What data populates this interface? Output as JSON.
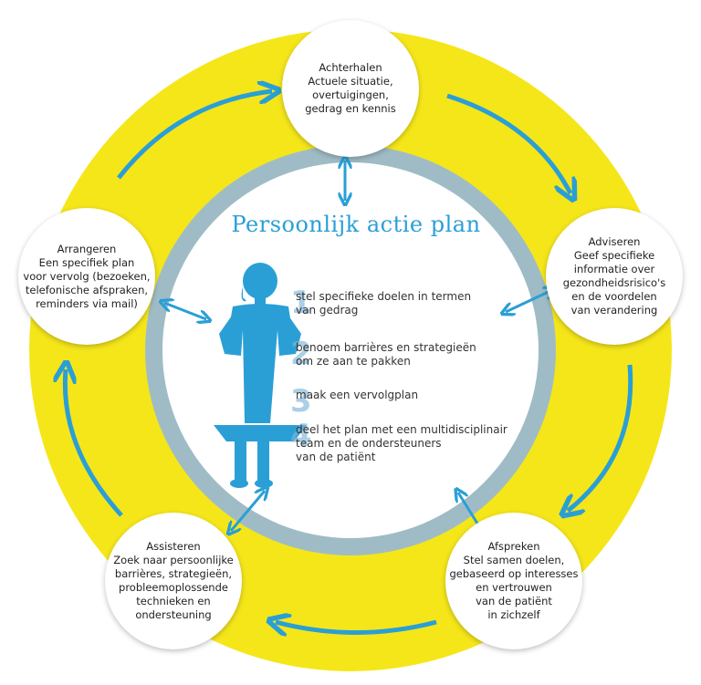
{
  "diagram": {
    "title": "Persoonlijk actie plan",
    "colors": {
      "outer_ring": "#f5e61a",
      "inner_ring": "#9fbcc6",
      "arrow": "#2a9fd6",
      "figure": "#2a9fd6",
      "node": "#ffffff"
    },
    "nodes": {
      "achterhalen": {
        "title": "Achterhalen",
        "body": "Actuele situatie,\novertuigingen,\ngedrag en kennis"
      },
      "adviseren": {
        "title": "Adviseren",
        "body": "Geef specifieke\ninformatie over\ngezondheidsrisico's\nen de voordelen\nvan verandering"
      },
      "afspreken": {
        "title": "Afspreken",
        "body": "Stel samen doelen,\ngebaseerd op interesses\nen vertrouwen\nvan de patiënt\nin zichzelf"
      },
      "assisteren": {
        "title": "Assisteren",
        "body": "Zoek naar persoonlijke\nbarrières, strategieën,\nprobleemoplossende\ntechnieken en\nondersteuning"
      },
      "arrangeren": {
        "title": "Arrangeren",
        "body": "Een specifiek plan\nvoor vervolg (bezoeken,\ntelefonische afspraken,\nreminders via mail)"
      }
    },
    "steps": [
      {
        "num": "1",
        "text": "stel specifieke doelen in termen\nvan gedrag"
      },
      {
        "num": "2",
        "text": "benoem barrières en strategieën\nom ze aan te pakken"
      },
      {
        "num": "3",
        "text": "maak een vervolgplan"
      },
      {
        "num": "4",
        "text": "deel het plan met een multidisciplinair\nteam en de ondersteuners\nvan de patiënt"
      }
    ]
  }
}
